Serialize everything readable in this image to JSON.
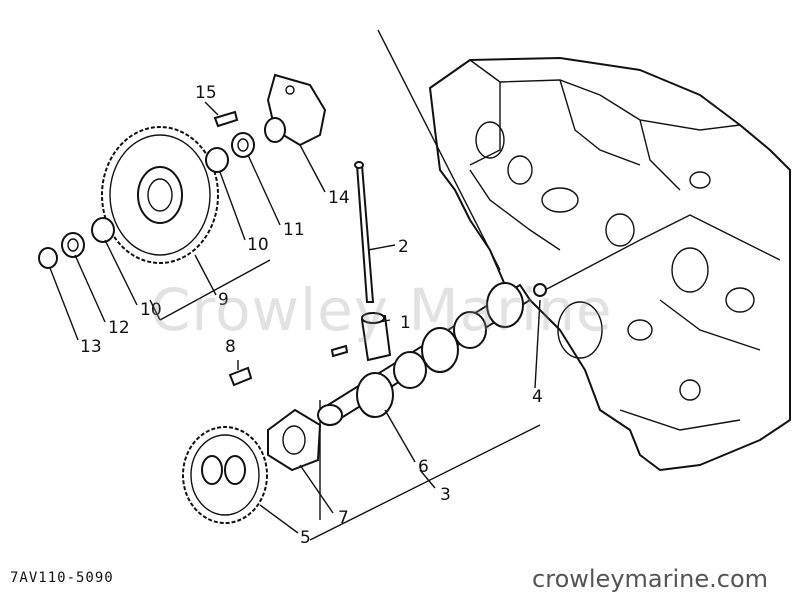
{
  "diagram": {
    "callouts": [
      "1",
      "2",
      "3",
      "4",
      "5",
      "6",
      "7",
      "8",
      "9",
      "10",
      "10",
      "11",
      "12",
      "13",
      "14",
      "15"
    ],
    "drawing_code": "7AV110-5090",
    "watermark": "Crowley Marine",
    "footer_brand": "crowleymarine.com"
  }
}
